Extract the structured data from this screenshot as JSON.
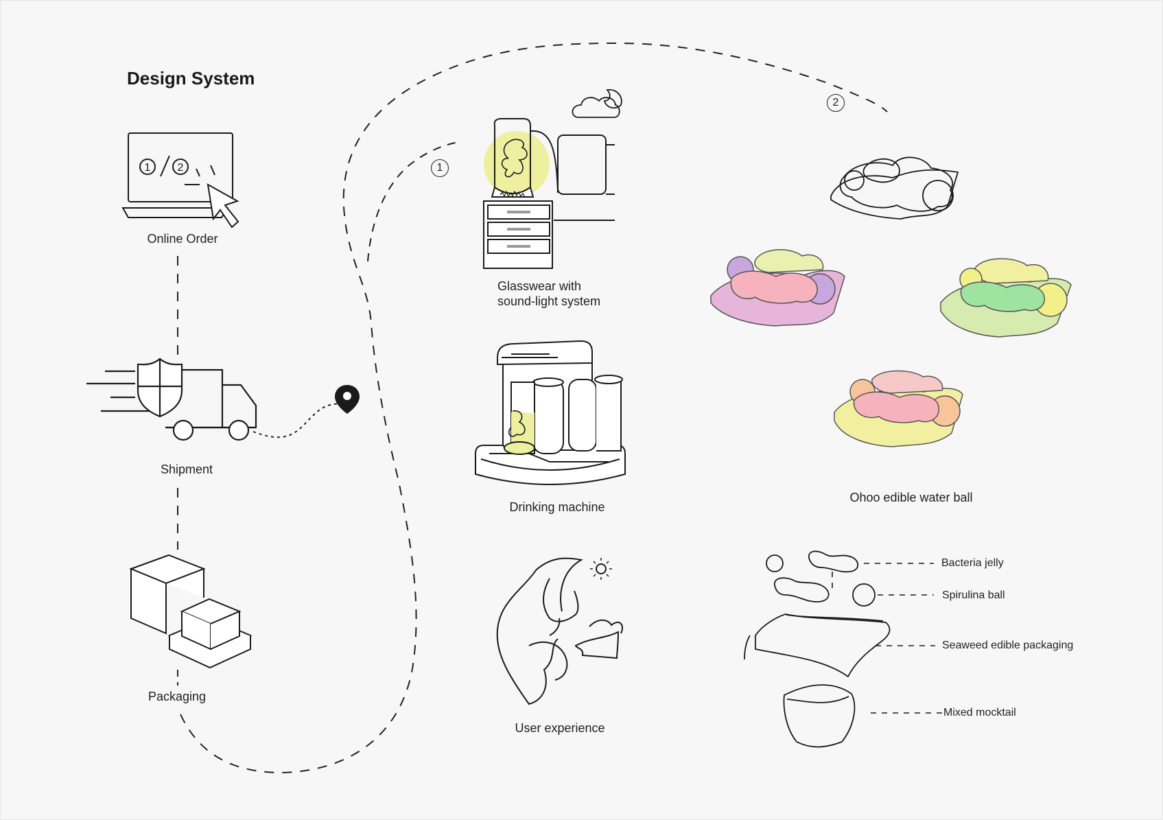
{
  "title": "Design System",
  "steps": [
    "1",
    "2"
  ],
  "order_icon_text": [
    "1",
    "2"
  ],
  "nodes": {
    "online_order": "Online Order",
    "shipment": "Shipment",
    "packaging": "Packaging",
    "glasswear_line1": "Glasswear with",
    "glasswear_line2": "sound-light system",
    "drinking_machine": "Drinking machine",
    "user_experience": "User experience",
    "water_ball": "Ohoo edible water ball"
  },
  "components": {
    "bacteria_jelly": "Bacteria jelly",
    "spirulina_ball": "Spirulina ball",
    "seaweed_packaging": "Seaweed edible packaging",
    "mixed_mocktail": "Mixed mocktail"
  },
  "colors": {
    "ink": "#1a1a1a",
    "highlight_yellow": "#eef0a0",
    "ball_pink": "#f6b3bd",
    "ball_purple": "#c9a6de",
    "ball_green": "#9fe3a0",
    "ball_yellow": "#f3f08a",
    "ball_peach": "#f8c59b"
  },
  "icons": [
    "laptop-cursor-icon",
    "truck-shield-icon",
    "location-pin-icon",
    "boxes-icon",
    "cloud-moon-icon",
    "sun-icon"
  ]
}
